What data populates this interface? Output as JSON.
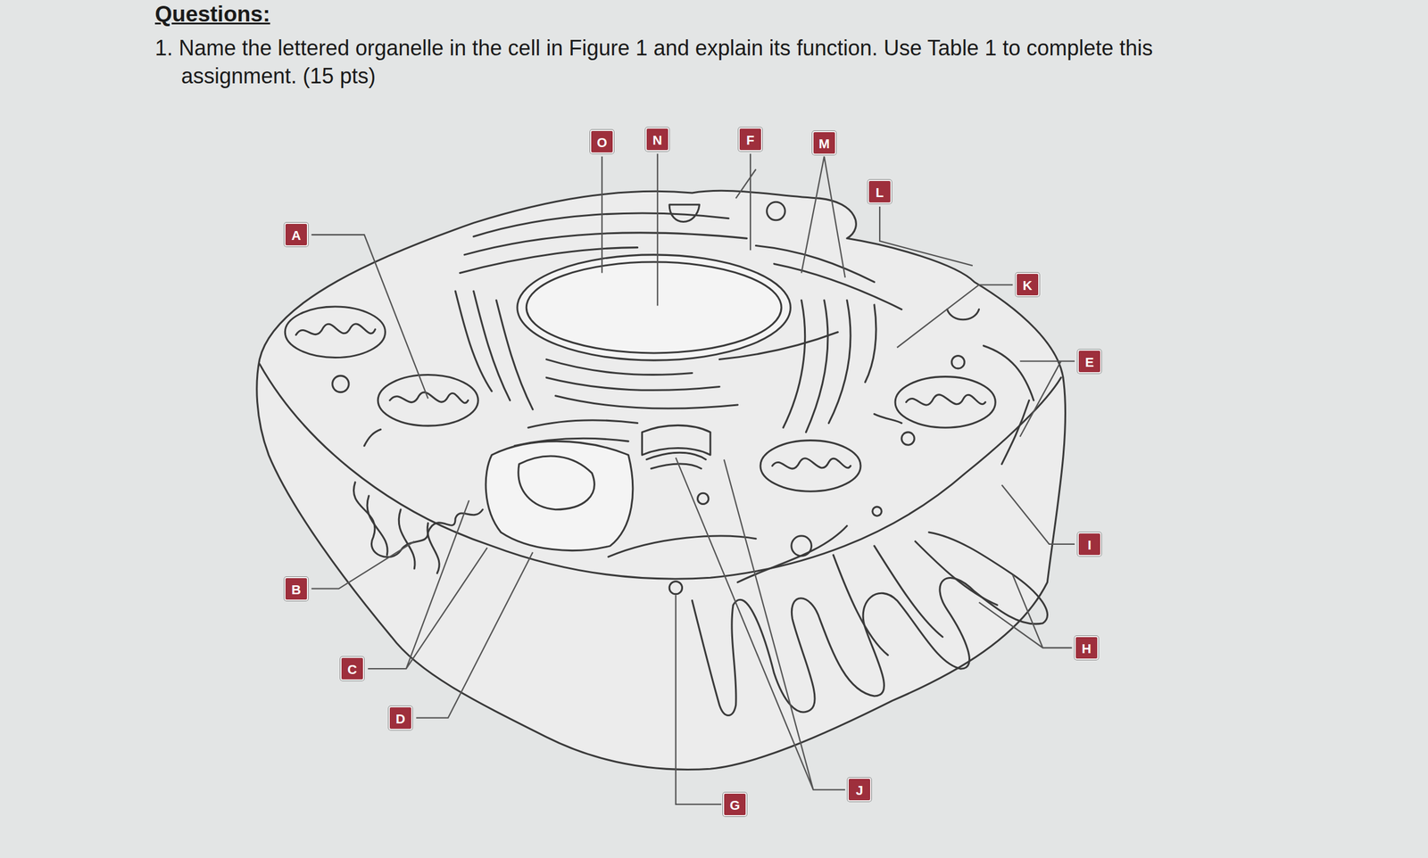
{
  "diagram": {
    "title": "Questions:",
    "labels": [
      "1. Name the lettered organelle in the cell in Figure 1 and explain its function. Use Table 1 to complete this assignment. (15 pts)",
      "O",
      "N",
      "F",
      "M",
      "L",
      "A",
      "K",
      "E",
      "I",
      "B",
      "H",
      "C",
      "D",
      "J",
      "G"
    ]
  }
}
